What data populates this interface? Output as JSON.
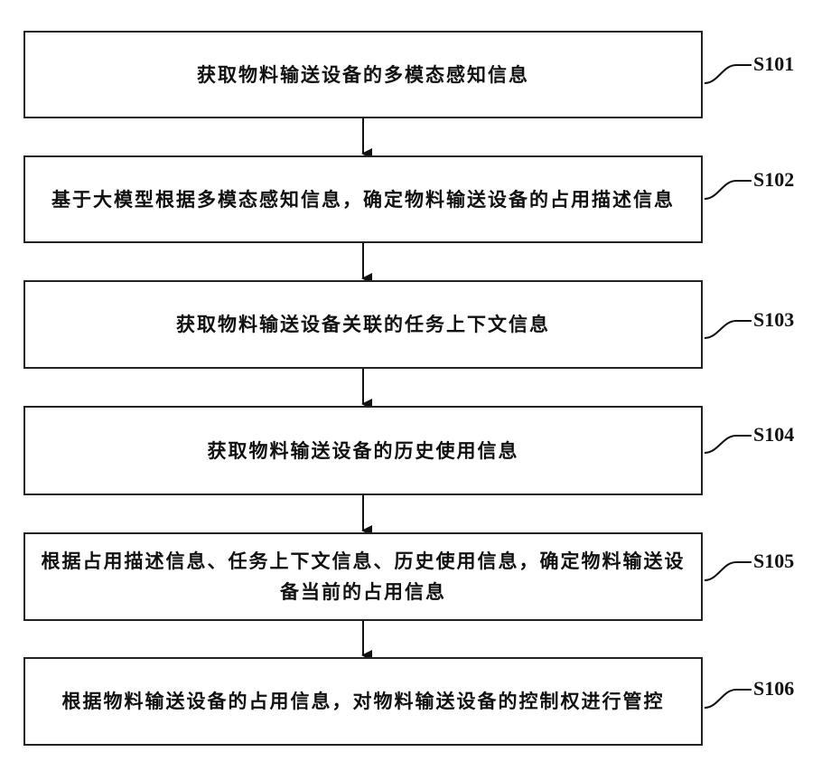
{
  "steps": [
    {
      "id": "S101",
      "text": "获取物料输送设备的多模态感知信息"
    },
    {
      "id": "S102",
      "text": "基于大模型根据多模态感知信息，确定物料输送设备的占用描述信息"
    },
    {
      "id": "S103",
      "text": "获取物料输送设备关联的任务上下文信息"
    },
    {
      "id": "S104",
      "text": "获取物料输送设备的历史使用信息"
    },
    {
      "id": "S105",
      "text": "根据占用描述信息、任务上下文信息、历史使用信息，确定物料输送设备当前的占用信息"
    },
    {
      "id": "S106",
      "text": "根据物料输送设备的占用信息，对物料输送设备的控制权进行管控"
    }
  ]
}
